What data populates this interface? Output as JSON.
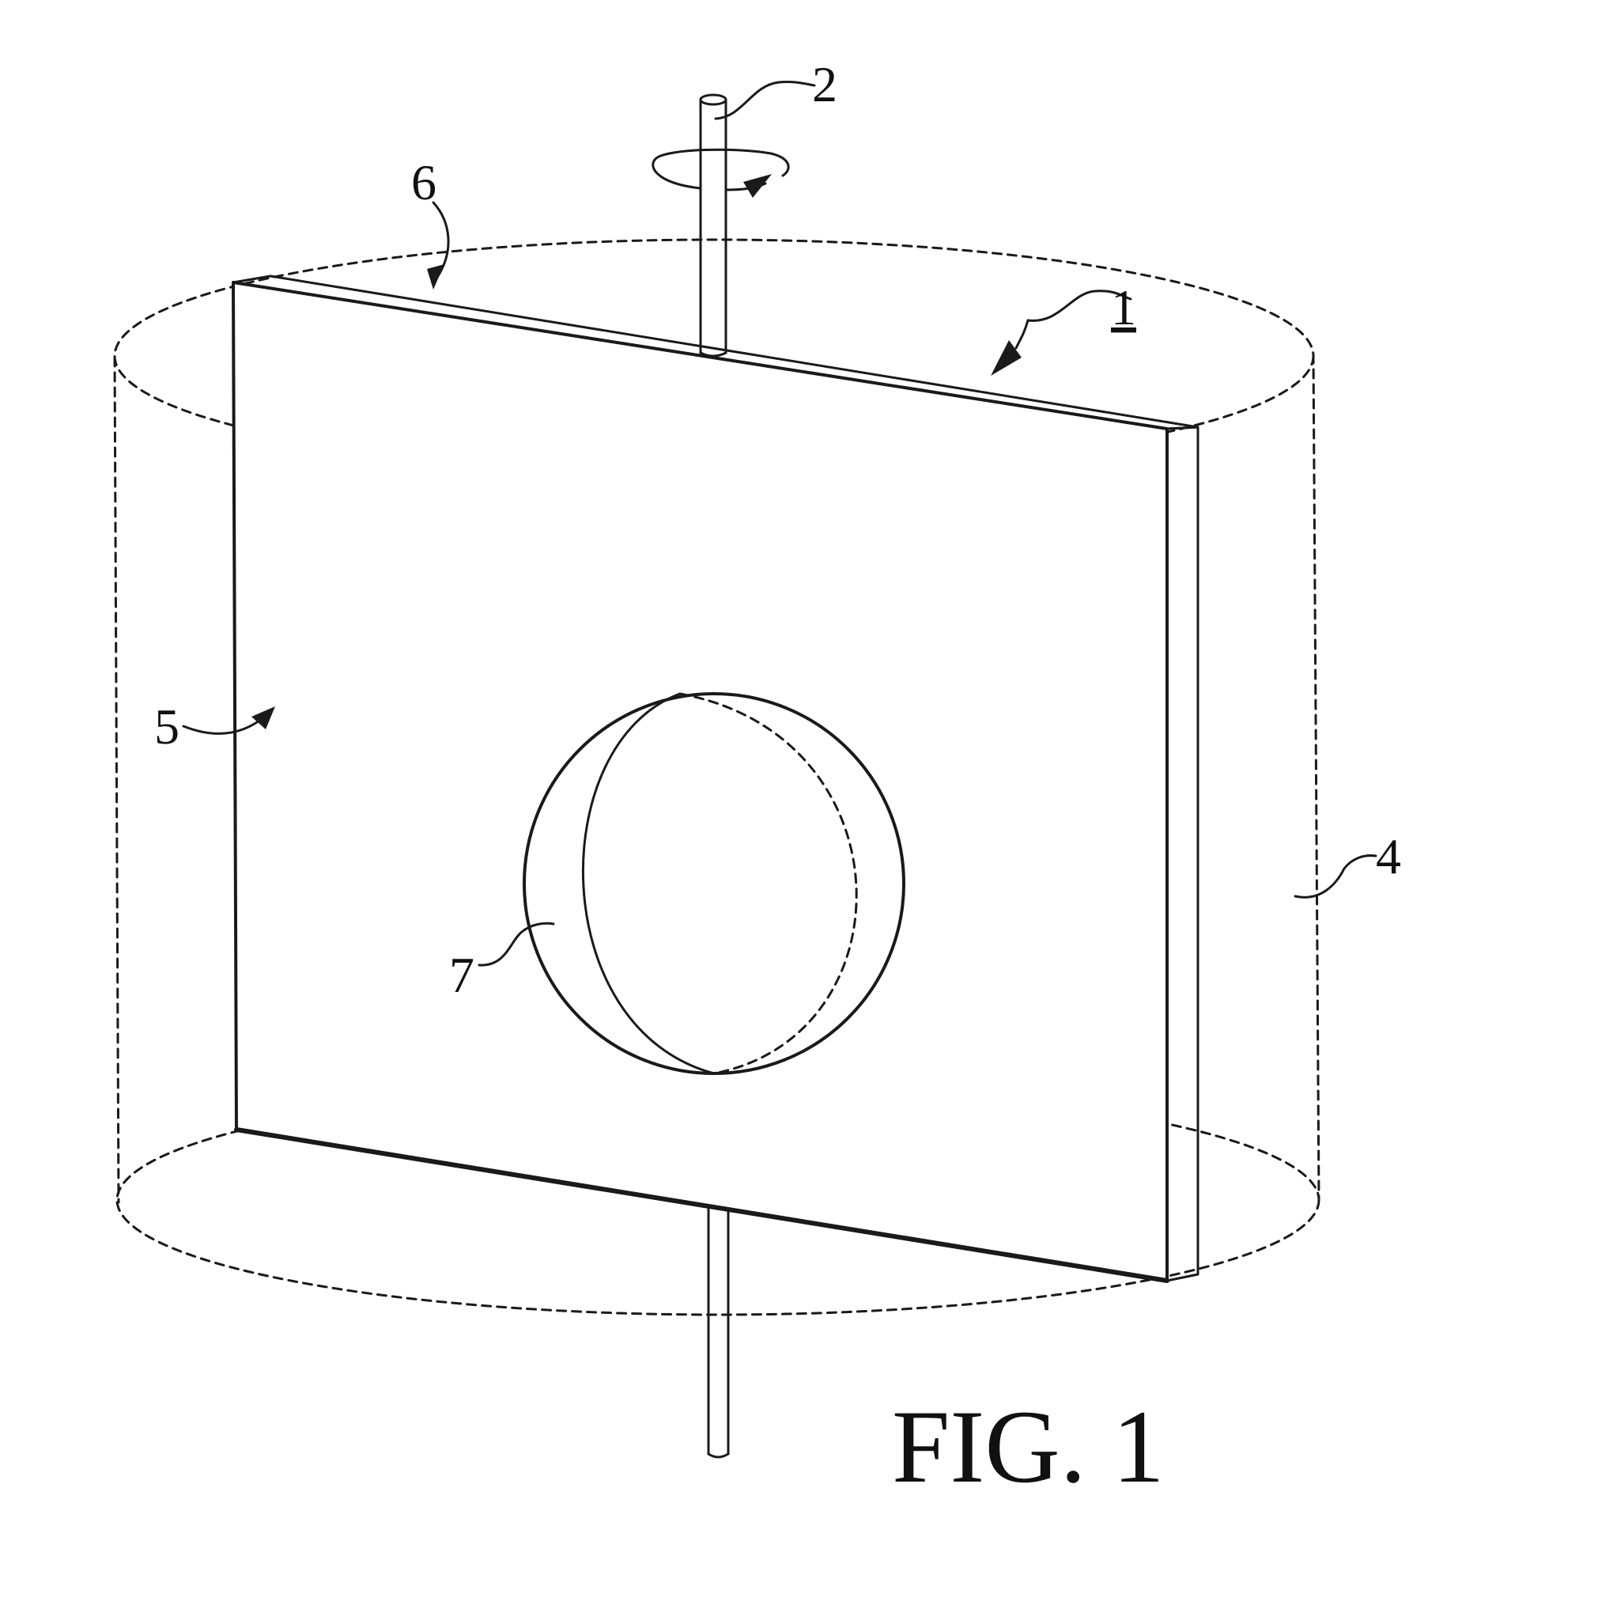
{
  "figure": {
    "title": "FIG. 1",
    "labels": {
      "assembly": "1",
      "shaft": "2",
      "cylinder": "4",
      "plate": "5",
      "plate_edge": "6",
      "lens": "7"
    }
  }
}
